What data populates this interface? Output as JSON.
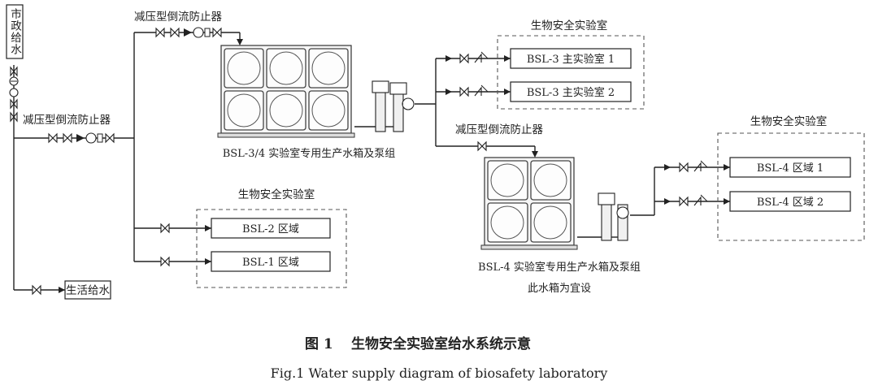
{
  "labels": {
    "city_supply": "市政给水",
    "domestic_supply": "生活给水",
    "backflow_a": "减压型倒流防止器",
    "backflow_b": "减压型倒流防止器",
    "backflow_c": "减压型倒流防止器",
    "lab_group_bsl34": "生物安全实验室",
    "lab_group_bsl2": "生物安全实验室",
    "lab_group_bsl4": "生物安全实验室",
    "bsl3_main1": "BSL-3 主实验室 1",
    "bsl3_main2": "BSL-3 主实验室 2",
    "bsl2_area": "BSL-2 区域",
    "bsl1_area": "BSL-1 区域",
    "bsl4_area1": "BSL-4 区域 1",
    "bsl4_area2": "BSL-4 区域 2",
    "tank_bsl34": "BSL-3/4 实验室专用生产水箱及泵组",
    "tank_bsl4": "BSL-4 实验室专用生产水箱及泵组",
    "tank_note": "此水箱为宜设"
  },
  "caption": {
    "cn_label": "图 1",
    "cn_title": "生物安全实验室给水系统示意",
    "en": "Fig.1  Water supply diagram of biosafety laboratory"
  }
}
